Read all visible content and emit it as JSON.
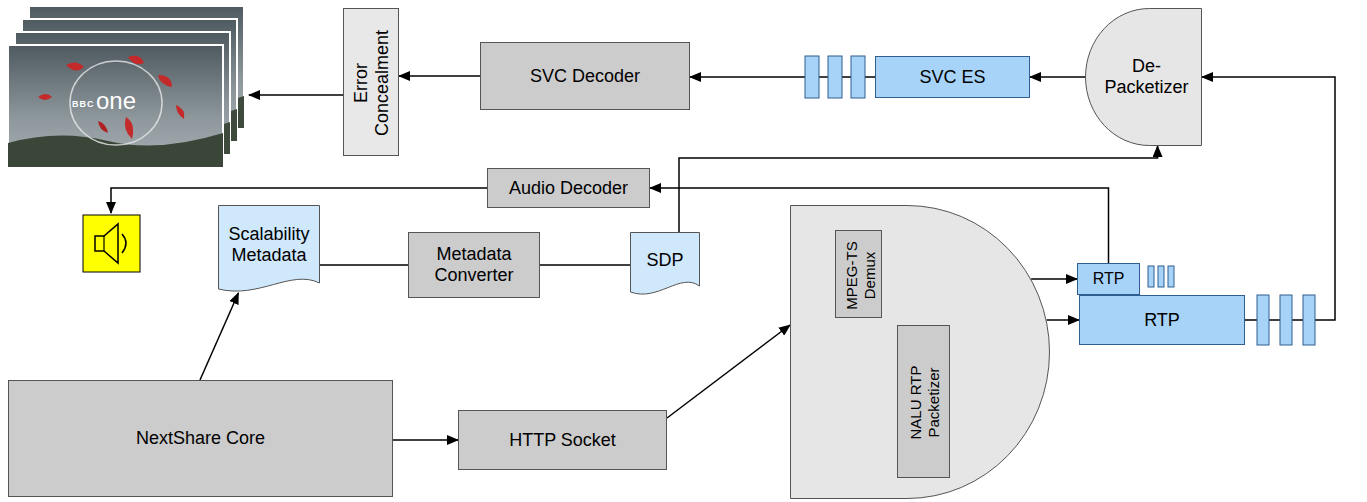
{
  "diagram": {
    "nodes": [
      {
        "text": [
          "Error Concealment"
        ]
      },
      {
        "text": [
          "SVC Decoder"
        ]
      },
      {
        "text": [
          "SVC ES"
        ]
      },
      {
        "text": [
          "De- Packetizer"
        ]
      },
      {
        "text": [
          "Audio Decoder"
        ]
      },
      {
        "text": [
          "Scalability Metadata"
        ]
      },
      {
        "text": [
          "Metadata Converter"
        ]
      },
      {
        "text": [
          "SDP"
        ]
      },
      {
        "text": []
      },
      {
        "text": [
          "MPEG-TS Demux"
        ],
        "in": 8
      },
      {
        "text": [
          "NALU RTP Packetizer"
        ],
        "in": 8
      },
      {
        "text": [
          "RTP"
        ]
      },
      {
        "text": [
          "RTP"
        ]
      },
      {
        "text": [
          "NextShare Core"
        ]
      },
      {
        "text": [
          "HTTP Socket"
        ]
      }
    ],
    "edges": [
      {
        "from": 1,
        "to": 0,
        "arrow": "to"
      },
      {
        "from": 2,
        "to": 1,
        "arrow": "to"
      },
      {
        "from": 3,
        "to": 2,
        "arrow": "to"
      },
      {
        "from": 12,
        "to": 3,
        "arrow": "to"
      },
      {
        "from": 7,
        "to": 3,
        "arrow": "to"
      },
      {
        "from": 11,
        "to": 4,
        "arrow": "to"
      },
      {
        "from": 13,
        "to": 5,
        "arrow": "to"
      },
      {
        "from": 5,
        "to": 6,
        "arrow": "none"
      },
      {
        "from": 6,
        "to": 7,
        "arrow": "none"
      },
      {
        "from": 13,
        "to": 14,
        "arrow": "to"
      },
      {
        "from": 14,
        "to": 8,
        "arrow": "to"
      },
      {
        "from": 8,
        "to": 11,
        "arrow": "to"
      },
      {
        "from": 8,
        "to": 12,
        "arrow": "to"
      },
      {
        "from": 9,
        "to": 10,
        "arrow": "to"
      }
    ],
    "labels": [
      "BBC",
      "one"
    ]
  }
}
